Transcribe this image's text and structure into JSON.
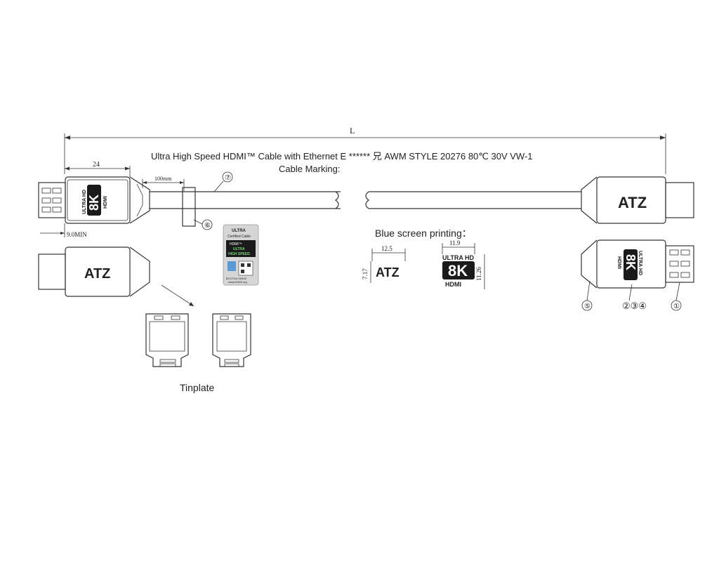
{
  "dimensions": {
    "overall_length": "L",
    "head_length": "24",
    "marking_offset": "100mm",
    "min_insertion": "9.0MIN",
    "logo_width": "12.5",
    "logo_height": "7.17",
    "badge_width": "11.9",
    "badge_height": "11.26"
  },
  "cable_marking": {
    "text": "Ultra High Speed HDMI™ Cable with Ethernet E ****** 兄 AWM STYLE 20276 80℃ 30V VW-1",
    "caption": "Cable Marking:"
  },
  "blue_screen_printing": "Blue screen printing：",
  "tinplate_label": "Tinplate",
  "badge_8k": {
    "line1": "ULTRA HD",
    "big": "8K",
    "line2": "HDMI"
  },
  "certified_label": {
    "line1": "ULTRA",
    "line2": "Certified Cable",
    "line3": "HDMI™",
    "line4": "ULTRA",
    "line5": "HIGH SPEED",
    "line6": "BCCFDU.25400",
    "line7": "www.HDMI.org"
  },
  "brand_logo": "ATZ",
  "callouts": [
    "①",
    "②③④",
    "⑤",
    "⑥",
    "⑦"
  ],
  "colors": {
    "line": "#333333",
    "plug_body": "#1a1a1a",
    "label_green": "#2e7d32",
    "label_gray": "#cfcfcf"
  }
}
